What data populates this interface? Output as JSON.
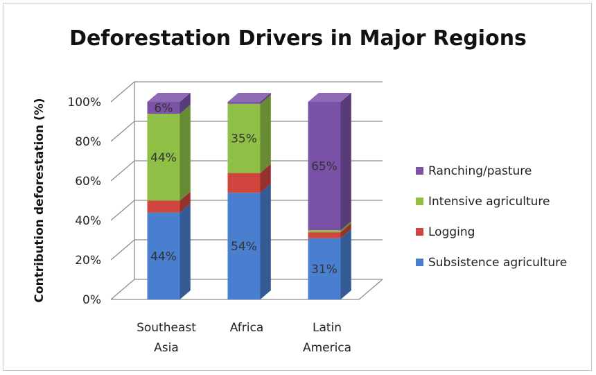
{
  "chart_data": {
    "type": "bar",
    "stacked": true,
    "three_d": true,
    "title": "Deforestation Drivers in Major Regions",
    "xlabel": "",
    "ylabel": "Contribution deforestation (%)",
    "ylim": [
      0,
      100
    ],
    "yticks": [
      "0%",
      "20%",
      "40%",
      "60%",
      "80%",
      "100%"
    ],
    "categories": [
      [
        "Southeast",
        "Asia"
      ],
      [
        "Africa"
      ],
      [
        "Latin",
        "America"
      ]
    ],
    "series": [
      {
        "name": "Subsistence agriculture",
        "color": "#4a7fcf",
        "values": [
          44,
          54,
          31
        ],
        "labels": [
          "44%",
          "54%",
          "31%"
        ]
      },
      {
        "name": "Logging",
        "color": "#d0453e",
        "values": [
          6,
          10,
          3
        ],
        "labels": [
          "",
          "",
          ""
        ]
      },
      {
        "name": "Intensive agriculture",
        "color": "#8fbf45",
        "values": [
          44,
          35,
          1
        ],
        "labels": [
          "44%",
          "35%",
          ""
        ]
      },
      {
        "name": "Ranching/pasture",
        "color": "#7a52a8",
        "values": [
          6,
          1,
          65
        ],
        "labels": [
          "6%",
          "",
          "65%"
        ]
      }
    ],
    "legend_position": "right",
    "gridlines": true
  }
}
